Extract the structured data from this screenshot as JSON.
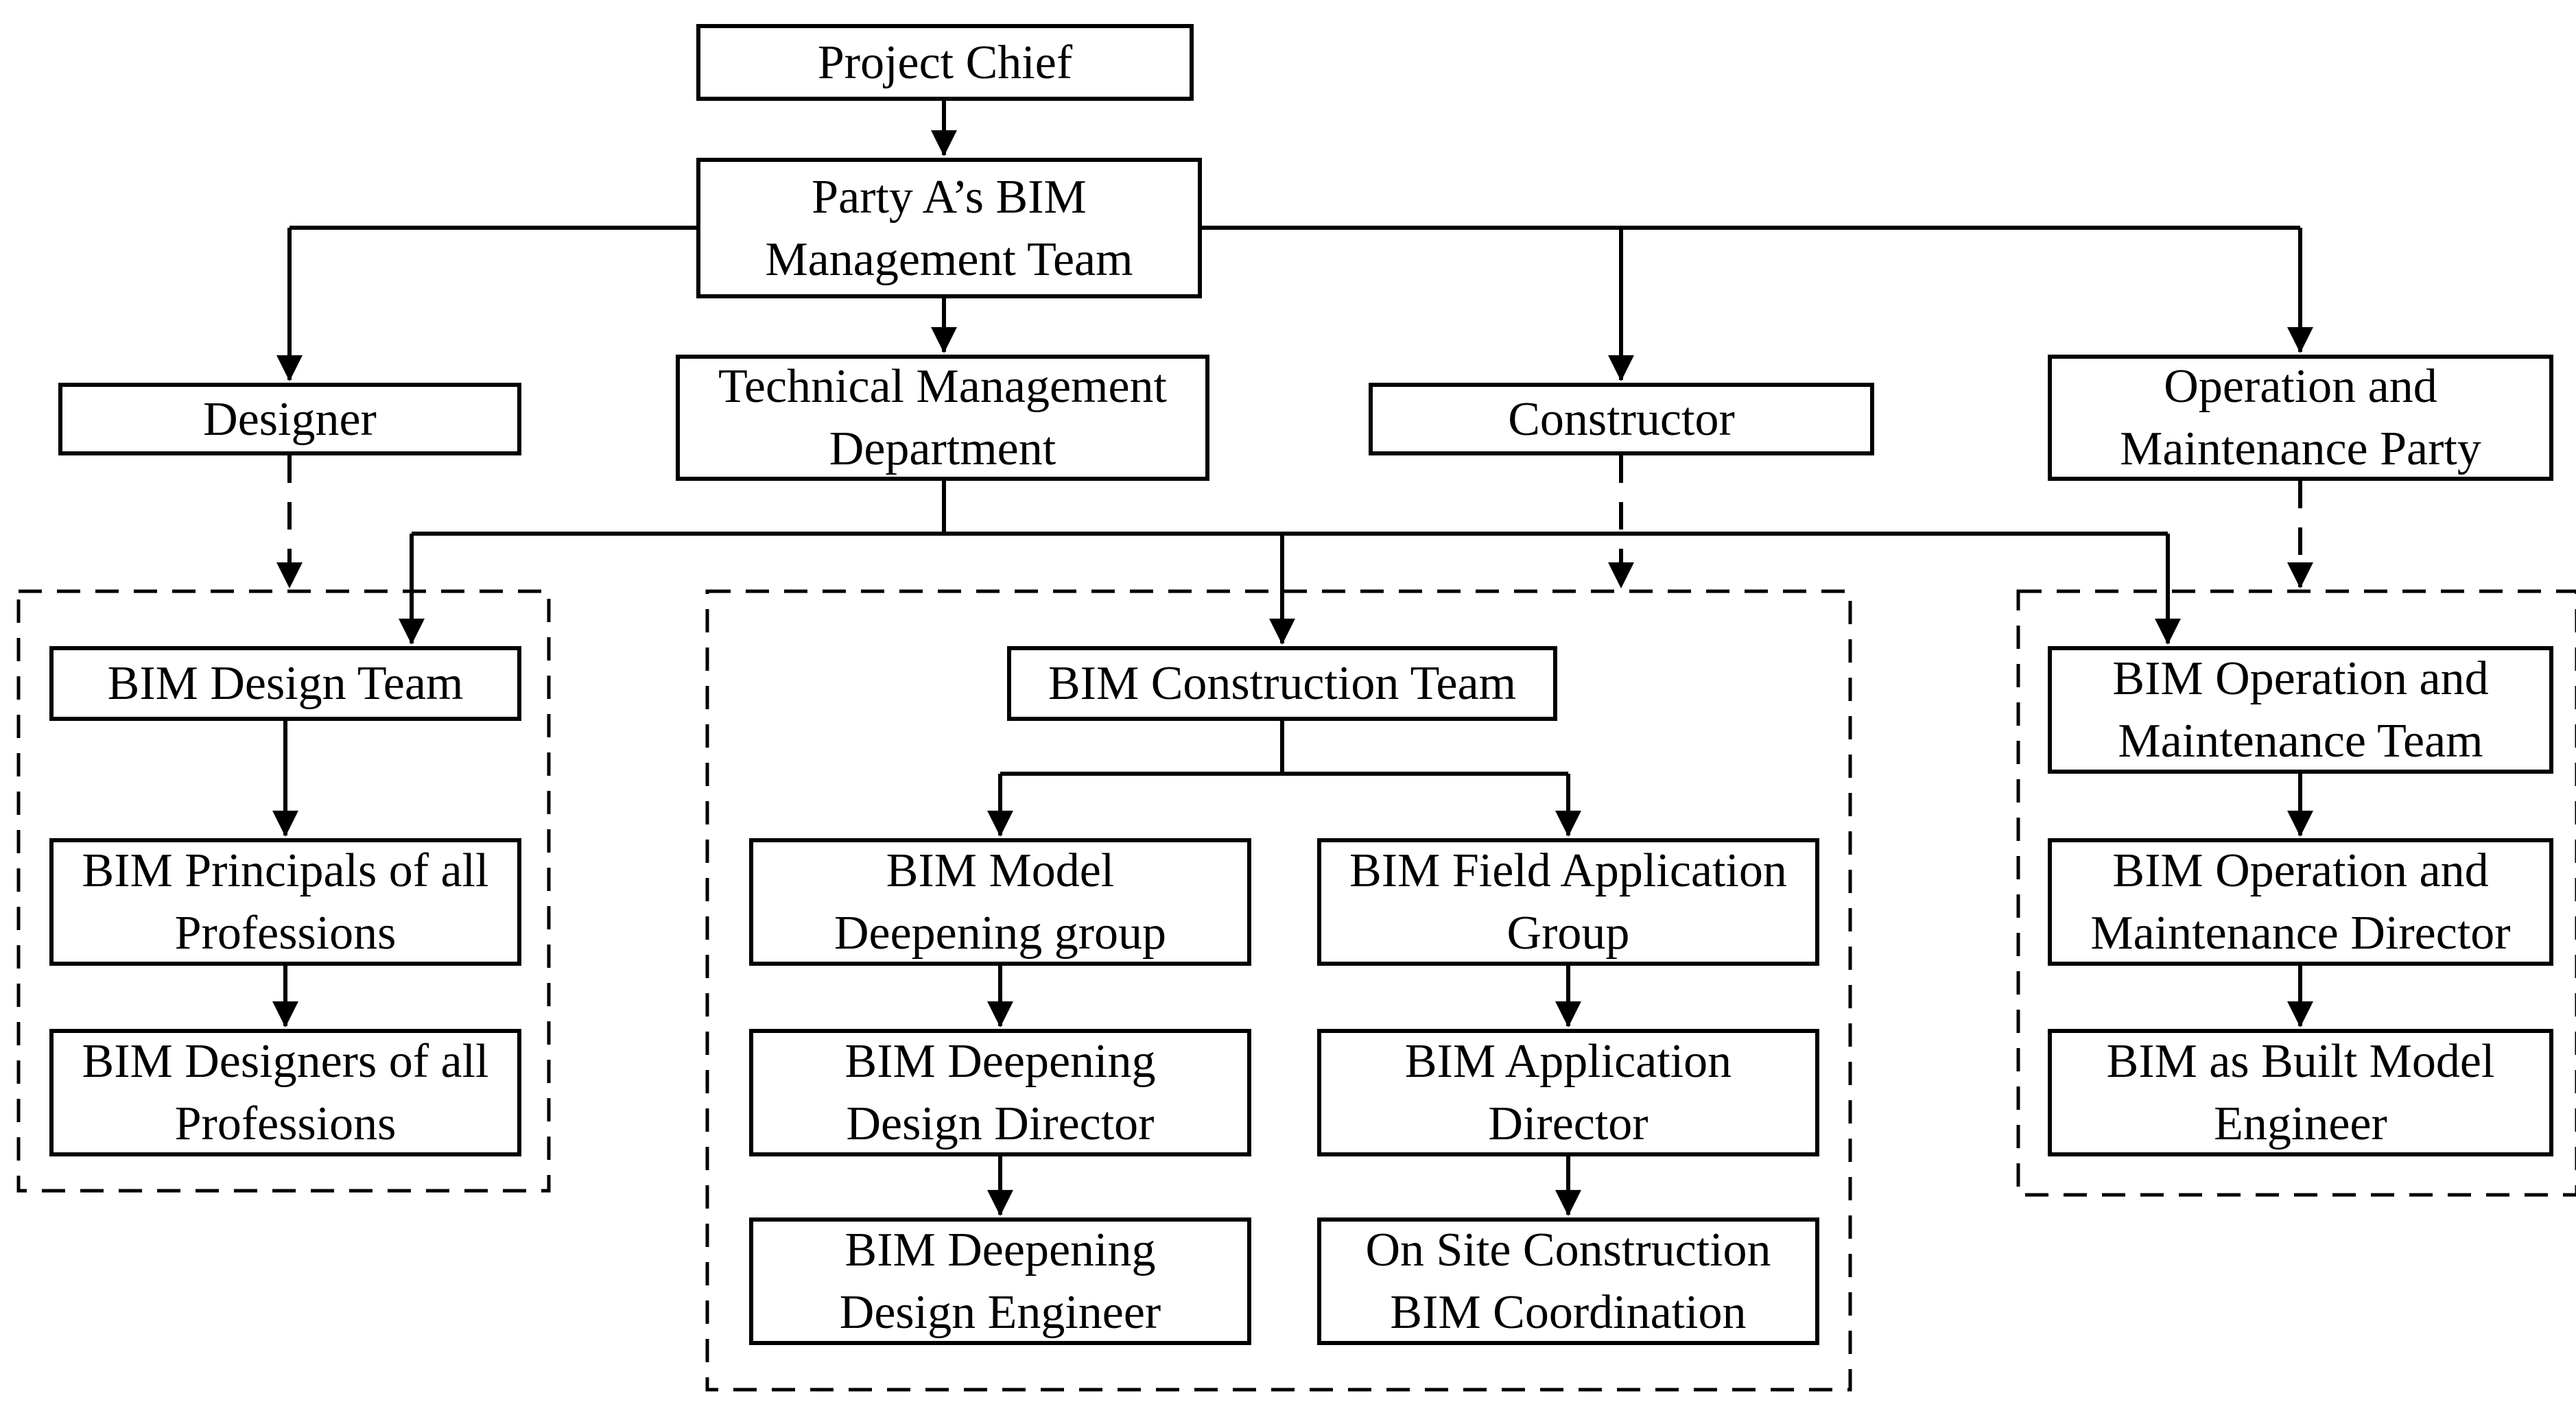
{
  "figure": {
    "type": "organization-chart",
    "background_color": "#ffffff",
    "line_color": "#000000",
    "nodes": {
      "project_chief": {
        "label": "Project Chief"
      },
      "party_a_bim_management_team": {
        "label": "Party A’s BIM\nManagement Team"
      },
      "designer": {
        "label": "Designer"
      },
      "technical_management_department": {
        "label": "Technical Management\nDepartment"
      },
      "constructor": {
        "label": "Constructor"
      },
      "operation_and_maintenance_party": {
        "label": "Operation and\nMaintenance Party"
      },
      "bim_design_team": {
        "label": "BIM Design Team"
      },
      "bim_principals_of_all_professions": {
        "label": "BIM Principals of all\nProfessions"
      },
      "bim_designers_of_all_professions": {
        "label": "BIM Designers of all\nProfessions"
      },
      "bim_construction_team": {
        "label": "BIM Construction Team"
      },
      "bim_model_deepening_group": {
        "label": "BIM Model\nDeepening group"
      },
      "bim_field_application_group": {
        "label": "BIM Field Application\nGroup"
      },
      "bim_deepening_design_director": {
        "label": "BIM Deepening\nDesign Director"
      },
      "bim_application_director": {
        "label": "BIM Application\nDirector"
      },
      "bim_deepening_design_engineer": {
        "label": "BIM Deepening\nDesign Engineer"
      },
      "on_site_construction_bim_coordination": {
        "label": "On Site Construction\nBIM Coordination"
      },
      "bim_operation_and_maintenance_team": {
        "label": "BIM Operation and\nMaintenance Team"
      },
      "bim_operation_and_maintenance_director": {
        "label": "BIM Operation and\nMaintenance Director"
      },
      "bim_as_built_model_engineer": {
        "label": "BIM as Built Model\nEngineer"
      }
    },
    "groups": [
      {
        "name": "design_group",
        "border_style": "dashed",
        "members": [
          "bim_design_team",
          "bim_principals_of_all_professions",
          "bim_designers_of_all_professions"
        ]
      },
      {
        "name": "construction_group",
        "border_style": "dashed",
        "members": [
          "bim_construction_team",
          "bim_model_deepening_group",
          "bim_field_application_group",
          "bim_deepening_design_director",
          "bim_application_director",
          "bim_deepening_design_engineer",
          "on_site_construction_bim_coordination"
        ]
      },
      {
        "name": "operation_maintenance_group",
        "border_style": "dashed",
        "members": [
          "bim_operation_and_maintenance_team",
          "bim_operation_and_maintenance_director",
          "bim_as_built_model_engineer"
        ]
      }
    ],
    "edges": [
      {
        "from": "project_chief",
        "to": "party_a_bim_management_team",
        "style": "solid"
      },
      {
        "from": "party_a_bim_management_team",
        "to": "designer",
        "style": "solid"
      },
      {
        "from": "party_a_bim_management_team",
        "to": "technical_management_department",
        "style": "solid"
      },
      {
        "from": "party_a_bim_management_team",
        "to": "constructor",
        "style": "solid"
      },
      {
        "from": "party_a_bim_management_team",
        "to": "operation_and_maintenance_party",
        "style": "solid"
      },
      {
        "from": "technical_management_department",
        "to": "bim_design_team",
        "style": "solid"
      },
      {
        "from": "technical_management_department",
        "to": "bim_construction_team",
        "style": "solid"
      },
      {
        "from": "technical_management_department",
        "to": "bim_operation_and_maintenance_team",
        "style": "solid"
      },
      {
        "from": "designer",
        "to": "design_group",
        "style": "dashed"
      },
      {
        "from": "constructor",
        "to": "construction_group",
        "style": "dashed"
      },
      {
        "from": "operation_and_maintenance_party",
        "to": "operation_maintenance_group",
        "style": "dashed"
      },
      {
        "from": "bim_design_team",
        "to": "bim_principals_of_all_professions",
        "style": "solid"
      },
      {
        "from": "bim_principals_of_all_professions",
        "to": "bim_designers_of_all_professions",
        "style": "solid"
      },
      {
        "from": "bim_construction_team",
        "to": "bim_model_deepening_group",
        "style": "solid"
      },
      {
        "from": "bim_construction_team",
        "to": "bim_field_application_group",
        "style": "solid"
      },
      {
        "from": "bim_model_deepening_group",
        "to": "bim_deepening_design_director",
        "style": "solid"
      },
      {
        "from": "bim_deepening_design_director",
        "to": "bim_deepening_design_engineer",
        "style": "solid"
      },
      {
        "from": "bim_field_application_group",
        "to": "bim_application_director",
        "style": "solid"
      },
      {
        "from": "bim_application_director",
        "to": "on_site_construction_bim_coordination",
        "style": "solid"
      },
      {
        "from": "bim_operation_and_maintenance_team",
        "to": "bim_operation_and_maintenance_director",
        "style": "solid"
      },
      {
        "from": "bim_operation_and_maintenance_director",
        "to": "bim_as_built_model_engineer",
        "style": "solid"
      }
    ]
  }
}
